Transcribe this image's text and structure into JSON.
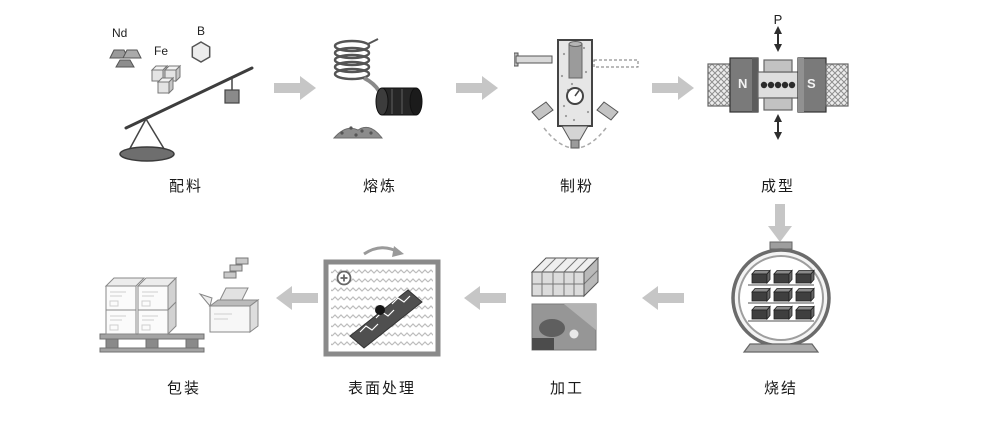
{
  "diagram": {
    "steps": [
      {
        "label": "配料"
      },
      {
        "label": "熔炼"
      },
      {
        "label": "制粉"
      },
      {
        "label": "成型"
      },
      {
        "label": "烧结"
      },
      {
        "label": "加工"
      },
      {
        "label": "表面处理"
      },
      {
        "label": "包装"
      }
    ],
    "annotations": {
      "nd": "Nd",
      "fe": "Fe",
      "b": "B",
      "pressure": "P",
      "pole_n": "N",
      "pole_s": "S"
    },
    "colors": {
      "arrow": "#c6c6c6",
      "label_text": "#1a1a1a",
      "background": "#ffffff"
    }
  }
}
